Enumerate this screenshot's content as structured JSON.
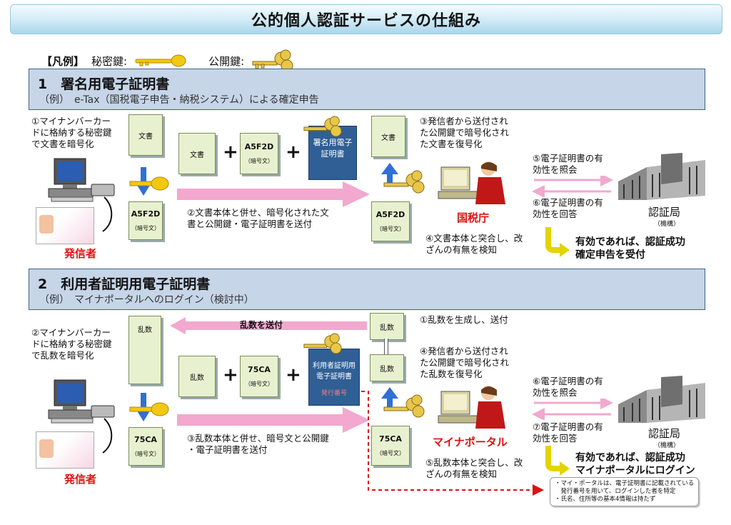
{
  "title": "公的個人認証サービスの仕組み",
  "legend": {
    "label": "【凡例】",
    "secret": "秘密鍵:",
    "public": "公開鍵:"
  },
  "section1": {
    "heading": "1　署名用電子証明書",
    "example": "（例）　e-Tax（国税電子申告・納税システム）による確定申告",
    "step1": [
      "①マイナンバーカー",
      "ドに格納する秘密鍵",
      "で文書を暗号化"
    ],
    "doc": "文書",
    "cipher": "A5F2D",
    "cipher_label": "（暗号文）",
    "plus": "+",
    "cert": [
      "署名用電子",
      "証明書"
    ],
    "step2": [
      "②文書本体と併せ、暗号化された文",
      "書と公開鍵・電子証明書を送付"
    ],
    "sender": "発信者",
    "step3": [
      "③発信者から送付され",
      "た公開鍵で暗号化され",
      "た文書を復号化"
    ],
    "receiver": "国税庁",
    "step4": [
      "④文書本体と突合し、改",
      "ざんの有無を検知"
    ],
    "step5": [
      "⑤電子証明書の有",
      "効性を照会"
    ],
    "step6": [
      "⑥電子証明書の有",
      "効性を回答"
    ],
    "authority": "認証局",
    "authority_sub": "（機構）",
    "result": [
      "有効であれば、認証成功",
      "確定申告を受付"
    ]
  },
  "section2": {
    "heading": "2　利用者証明用電子証明書",
    "example": "（例）　マイナポータルへのログイン（検討中）",
    "random": "乱数",
    "send_random": "乱数を送付",
    "step1": "①乱数を生成し、送付",
    "step2": [
      "②マイナンバーカー",
      "ドに格納する秘密鍵",
      "で乱数を暗号化"
    ],
    "cipher": "75CA",
    "cipher_label": "（暗号文）",
    "plus": "+",
    "cert": [
      "利用者証明用",
      "電子証明書"
    ],
    "serial": "発行番号",
    "step3": [
      "③乱数本体と併せ、暗号文と公開鍵",
      "・電子証明書を送付"
    ],
    "sender": "発信者",
    "step4": [
      "④発信者から送付され",
      "た公開鍵で暗号化され",
      "た乱数を復号化"
    ],
    "receiver": "マイナポータル",
    "step5": [
      "⑤乱数本体と突合し、改",
      "ざんの有無を検知"
    ],
    "step6": [
      "⑥電子証明書の有",
      "効性を照会"
    ],
    "step7": [
      "⑦電子証明書の有",
      "効性を回答"
    ],
    "authority": "認証局",
    "authority_sub": "（機構）",
    "result": [
      "有効であれば、認証成功",
      "マイナポータルにログイン"
    ],
    "note": [
      "・マイ・ポータルは、電子証明書に記載されている",
      "　発行番号を用いて、ログインした者を特定",
      "・氏名、住所等の基本4情報は持たず"
    ]
  },
  "colors": {
    "pink": "#f2a8cf",
    "blue": "#2f6fd6",
    "red": "#d11111",
    "doc": "#e8f1cf",
    "navy": "#2f5f95",
    "key": "#f2c811"
  }
}
